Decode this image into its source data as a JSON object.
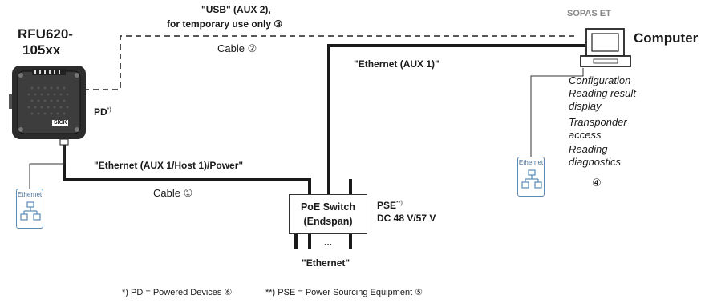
{
  "device": {
    "name": "RFU620-\n105xx",
    "name_line1": "RFU620-",
    "name_line2": "105xx",
    "logo": "SICK",
    "pd_label": "PD",
    "pd_sup": "*)"
  },
  "usb_label": {
    "line1": "\"USB\" (AUX 2),",
    "line2": "for temporary use only  ③"
  },
  "cable2_label": "Cable ②",
  "cable1_label": "Cable ①",
  "eth_aux1_label": "\"Ethernet (AUX 1)\"",
  "eth_host_power_label": "\"Ethernet (AUX 1/Host 1)/Power\"",
  "computer": {
    "software": "SOPAS ET",
    "name": "Computer"
  },
  "functions": [
    "Configuration",
    "Reading result",
    "display",
    "Transponder",
    "access",
    "Reading",
    "diagnostics"
  ],
  "function_ref": "④",
  "switch": {
    "line1": "PoE Switch",
    "line2": "(Endspan)",
    "ports_label": "...",
    "ethernet_label": "\"Ethernet\""
  },
  "pse": {
    "label": "PSE",
    "sup": "**)",
    "voltage": "DC 48 V/57 V"
  },
  "ethernet_icon_label": "Ethernet",
  "footnotes": {
    "pd": "*) PD =  Powered Devices  ⑥",
    "pse": "**) PSE =  Power Sourcing Equipment ⑤"
  },
  "colors": {
    "cable": "#1a1a1a",
    "ethernet_icon": "#5a8ab8"
  }
}
